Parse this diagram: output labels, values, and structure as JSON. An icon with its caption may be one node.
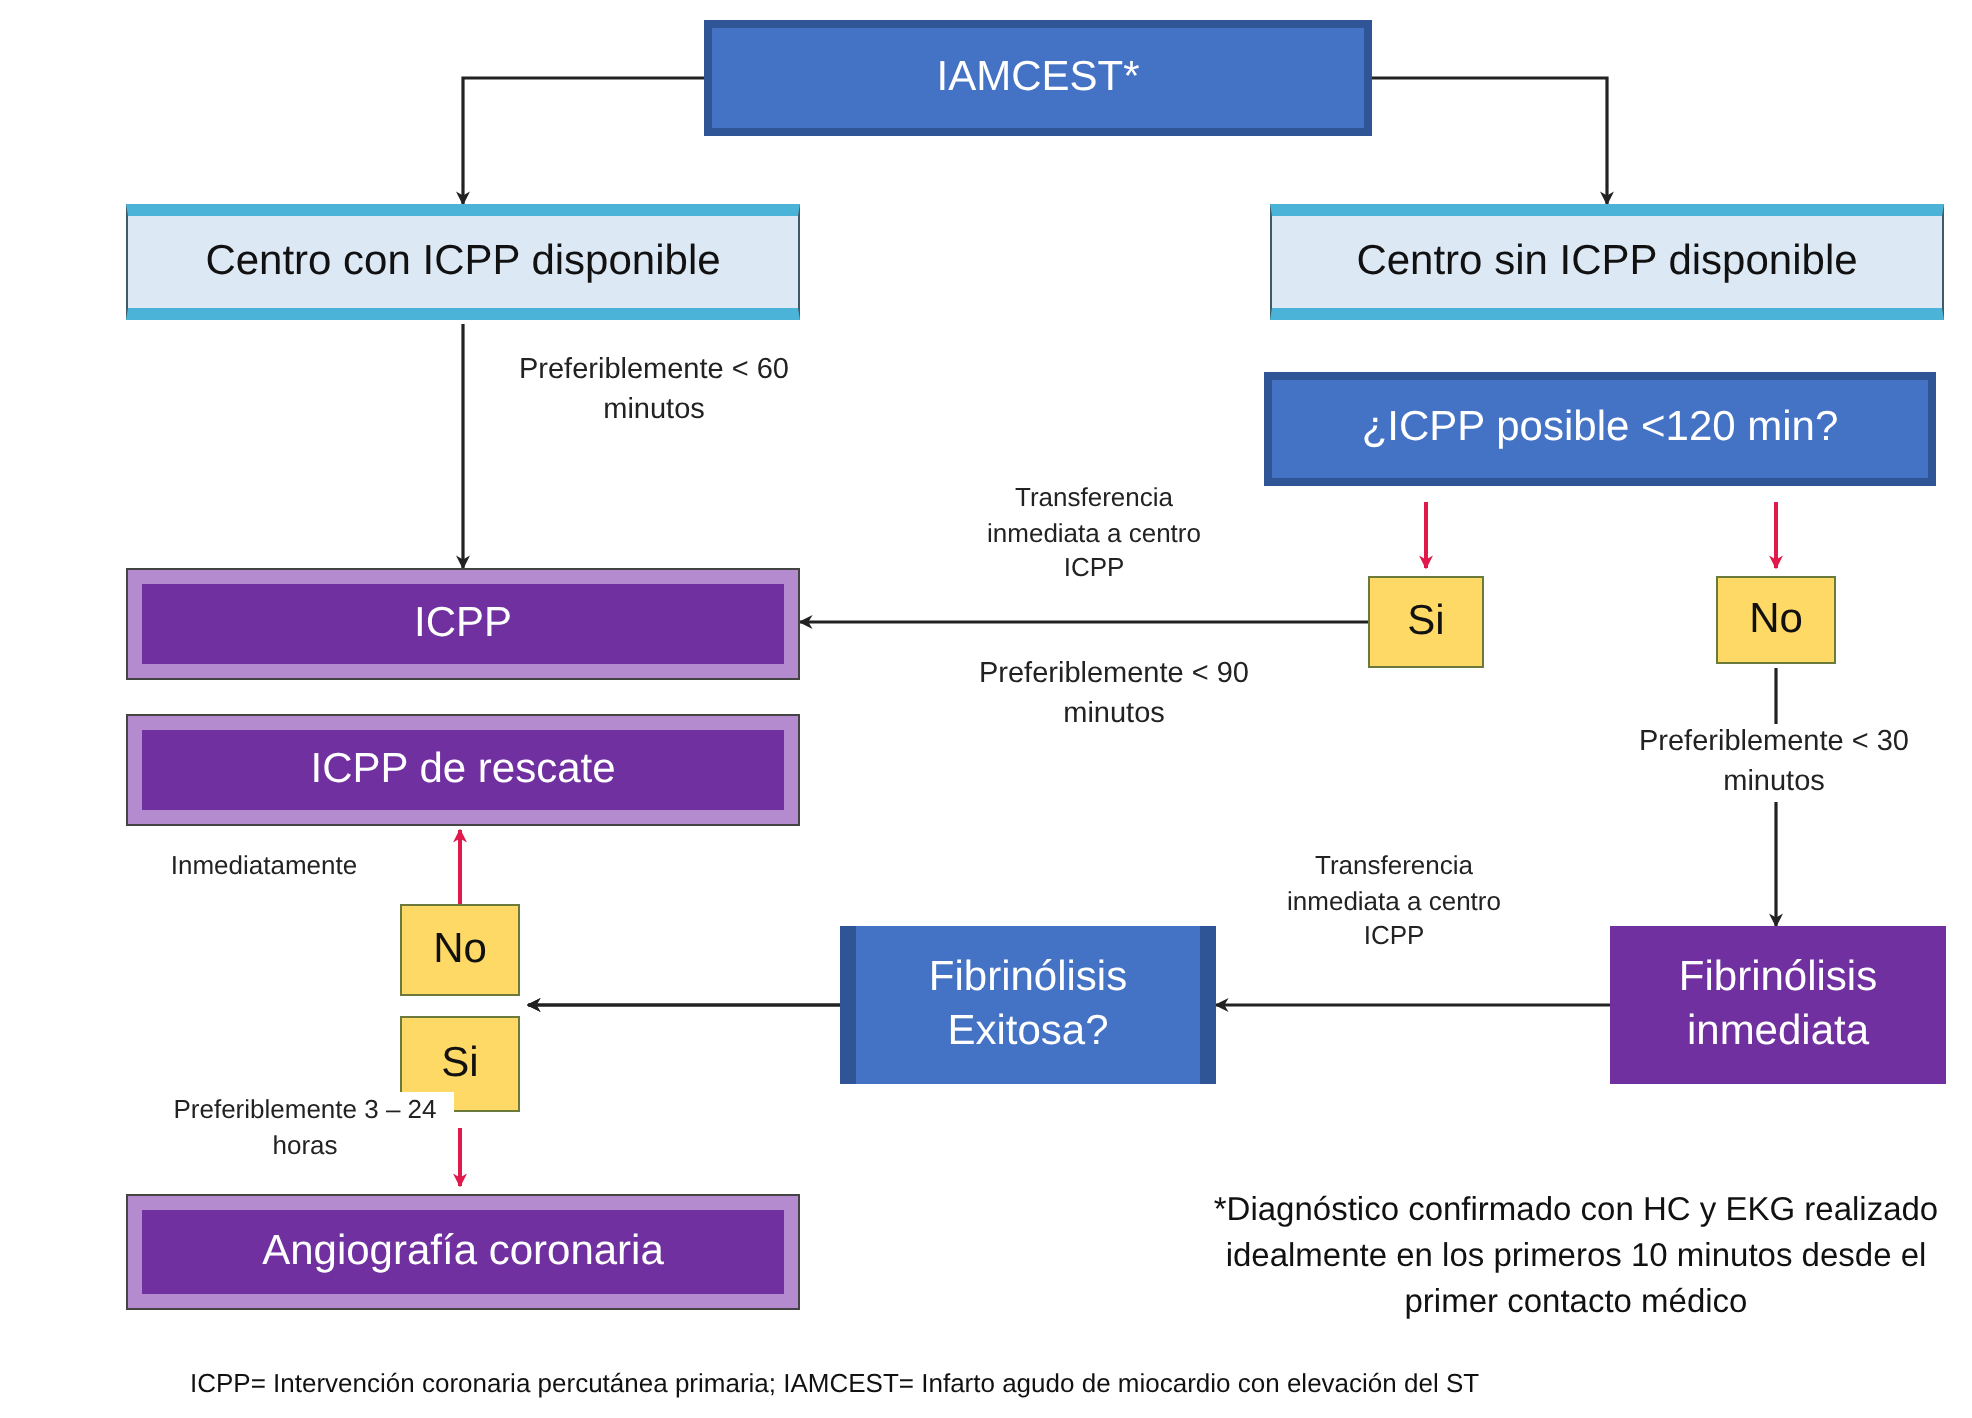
{
  "diagram": {
    "nodes": [
      {
        "text": [
          "IAMCEST*"
        ]
      },
      {
        "text": [
          "Centro con ICPP disponible"
        ]
      },
      {
        "text": [
          "Centro sin ICPP disponible"
        ]
      },
      {
        "text": [
          "¿ICPP posible <120 min?"
        ]
      },
      {
        "text": [
          "Si"
        ]
      },
      {
        "text": [
          "No"
        ]
      },
      {
        "text": [
          "ICPP"
        ]
      },
      {
        "text": [
          "ICPP de rescate"
        ]
      },
      {
        "text": [
          "Fibrinólisis Exitosa?"
        ]
      },
      {
        "text": [
          "Fibrinólisis inmediata"
        ]
      },
      {
        "text": [
          "No"
        ]
      },
      {
        "text": [
          "Si"
        ]
      },
      {
        "text": [
          "Angiografía coronaria"
        ]
      }
    ],
    "edges": [
      {
        "from": 0,
        "to": 1,
        "arrow": "to"
      },
      {
        "from": 0,
        "to": 2,
        "arrow": "to"
      },
      {
        "from": 1,
        "to": 6,
        "arrow": "to",
        "label": "Preferiblemente < 60 minutos"
      },
      {
        "from": 3,
        "to": 4,
        "arrow": "to",
        "color": "#e0194a"
      },
      {
        "from": 3,
        "to": 5,
        "arrow": "to",
        "color": "#e0194a"
      },
      {
        "from": 4,
        "to": 6,
        "arrow": "to",
        "label": "Transferencia inmediata a centro ICPP"
      },
      {
        "from": 5,
        "to": 9,
        "arrow": "to",
        "label": "Preferiblemente < 30 minutos"
      },
      {
        "from": 9,
        "to": 8,
        "arrow": "to",
        "label": "Transferencia inmediata a centro ICPP"
      },
      {
        "from": 8,
        "to": 10,
        "arrow": "to"
      },
      {
        "from": 8,
        "to": 11,
        "arrow": "to"
      },
      {
        "from": 10,
        "to": 7,
        "arrow": "to",
        "color": "#e0194a",
        "label": "Inmediatamente"
      },
      {
        "from": 11,
        "to": 12,
        "arrow": "to",
        "color": "#e0194a",
        "label": "Preferiblemente 3 – 24 horas"
      }
    ],
    "labels": [
      "Preferiblemente < 90 minutos",
      "*Diagnóstico confirmado con HC y EKG realizado idealmente en los primeros 10 minutos desde el primer contacto médico",
      "ICPP= Intervención coronaria percutánea primaria; IAMCEST= Infarto agudo de miocardio con elevación del ST"
    ]
  }
}
